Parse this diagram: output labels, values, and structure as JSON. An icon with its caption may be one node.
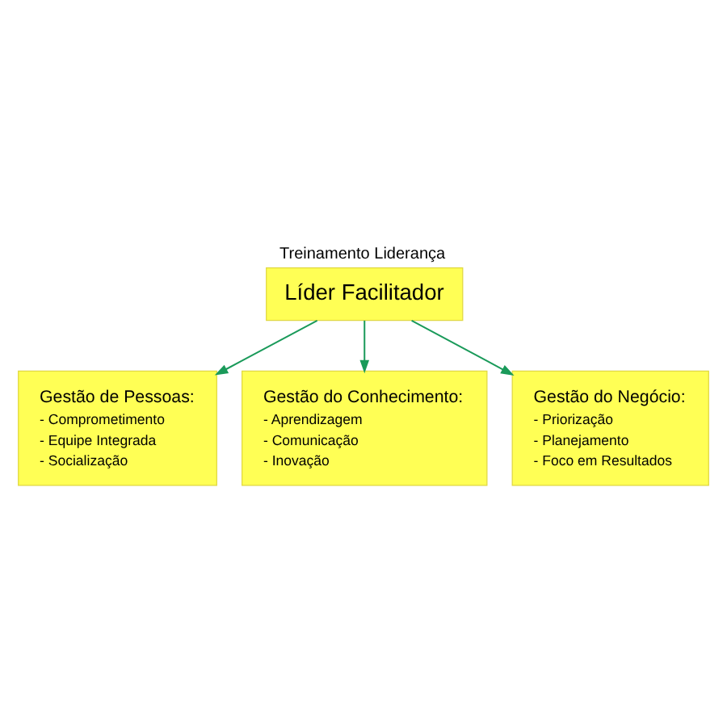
{
  "diagram": {
    "title": "Treinamento Liderança",
    "nodes": [
      {
        "text": [
          "Líder Facilitador"
        ]
      },
      {
        "text": [
          "Gestão de Pessoas:",
          "- Comprometimento",
          "- Equipe Integrada",
          "- Socialização"
        ]
      },
      {
        "text": [
          "Gestão do Conhecimento:",
          "- Aprendizagem",
          "- Comunicação",
          "- Inovação"
        ]
      },
      {
        "text": [
          "Gestão do Negócio:",
          "- Priorização",
          "- Planejamento",
          "- Foco em Resultados"
        ]
      }
    ],
    "edges": [
      {
        "from": 0,
        "to": 1,
        "arrow": "to",
        "color": "#1a9a5a"
      },
      {
        "from": 0,
        "to": 2,
        "arrow": "to",
        "color": "#1a9a5a"
      },
      {
        "from": 0,
        "to": 3,
        "arrow": "to",
        "color": "#1a9a5a"
      }
    ]
  }
}
